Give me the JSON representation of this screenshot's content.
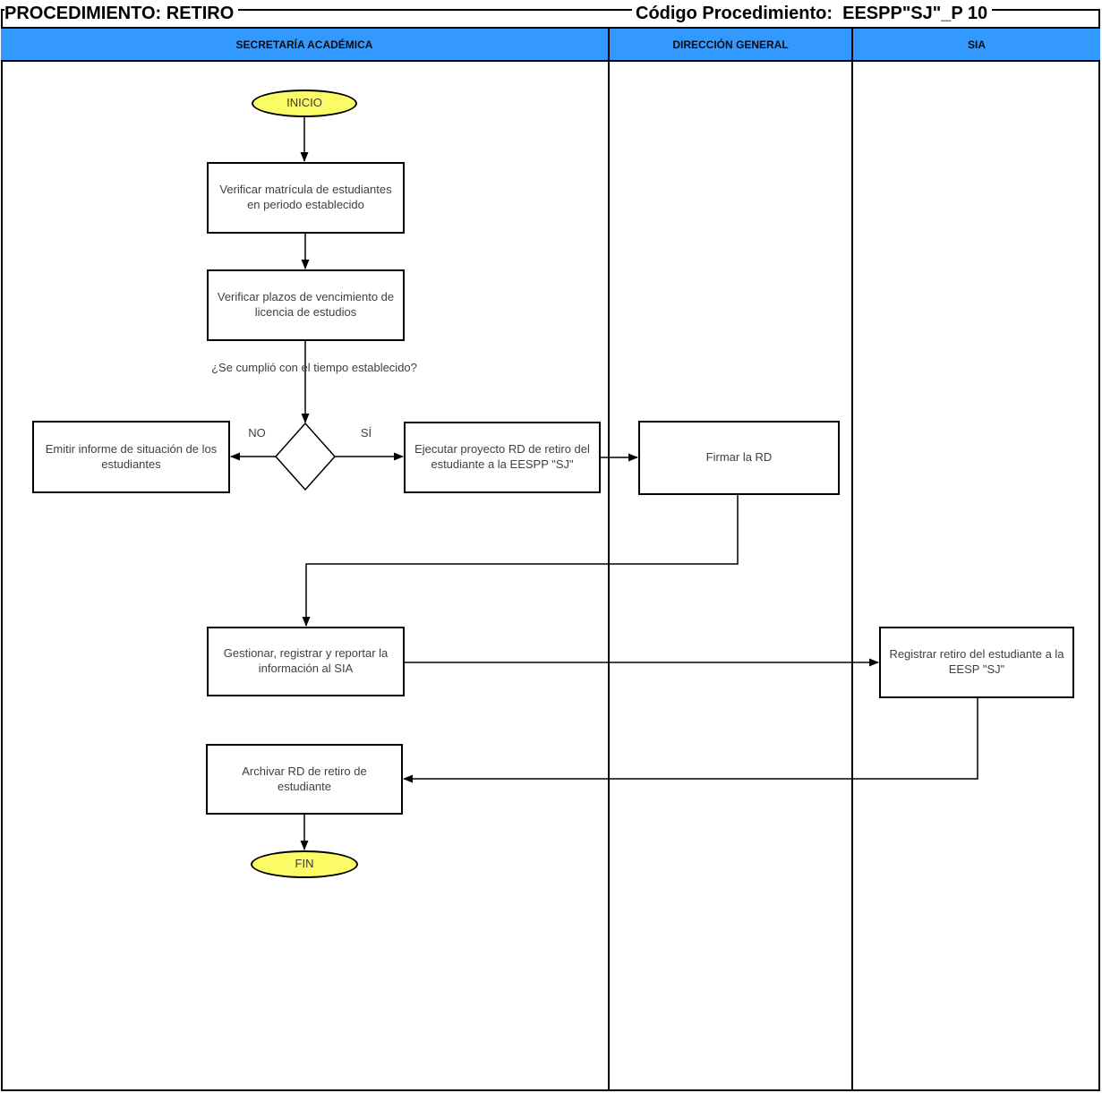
{
  "header": {
    "title_left": "PROCEDIMIENTO: RETIRO",
    "title_right": "Código Procedimiento:  EESPP\"SJ\"_P 10"
  },
  "lanes": [
    {
      "label": "SECRETARÍA ACADÉMICA"
    },
    {
      "label": "DIRECCIÓN GENERAL"
    },
    {
      "label": "SIA"
    }
  ],
  "nodes": {
    "start": {
      "label": "INICIO",
      "type": "terminator"
    },
    "verificar_matricula": {
      "label": "Verificar matrícula de estudiantes en periodo establecido",
      "type": "process"
    },
    "verificar_plazos": {
      "label": "Verificar plazos de vencimiento de licencia de estudios",
      "type": "process"
    },
    "question": {
      "label": "¿Se cumplió con el tiempo establecido?",
      "type": "decision-question"
    },
    "branch_no": {
      "label": "NO"
    },
    "branch_si": {
      "label": "SÍ"
    },
    "emitir_informe": {
      "label": "Emitir informe de situación de los estudiantes",
      "type": "process"
    },
    "ejecutar_proyecto": {
      "label": "Ejecutar proyecto RD de retiro del estudiante a la EESPP \"SJ\"",
      "type": "process"
    },
    "firmar_rd": {
      "label": "Firmar la RD",
      "type": "process"
    },
    "gestionar_informacion": {
      "label": "Gestionar, registrar y reportar la información al SIA",
      "type": "process"
    },
    "registrar_retiro": {
      "label": "Registrar retiro del estudiante a la EESP \"SJ\"",
      "type": "process"
    },
    "archivar_rd": {
      "label": "Archivar RD de retiro de estudiante",
      "type": "process"
    },
    "fin": {
      "label": "FIN",
      "type": "terminator"
    }
  },
  "colors": {
    "header_blue": "#3399FF",
    "terminator_yellow": "#FBFB66",
    "line_black": "#000000"
  }
}
